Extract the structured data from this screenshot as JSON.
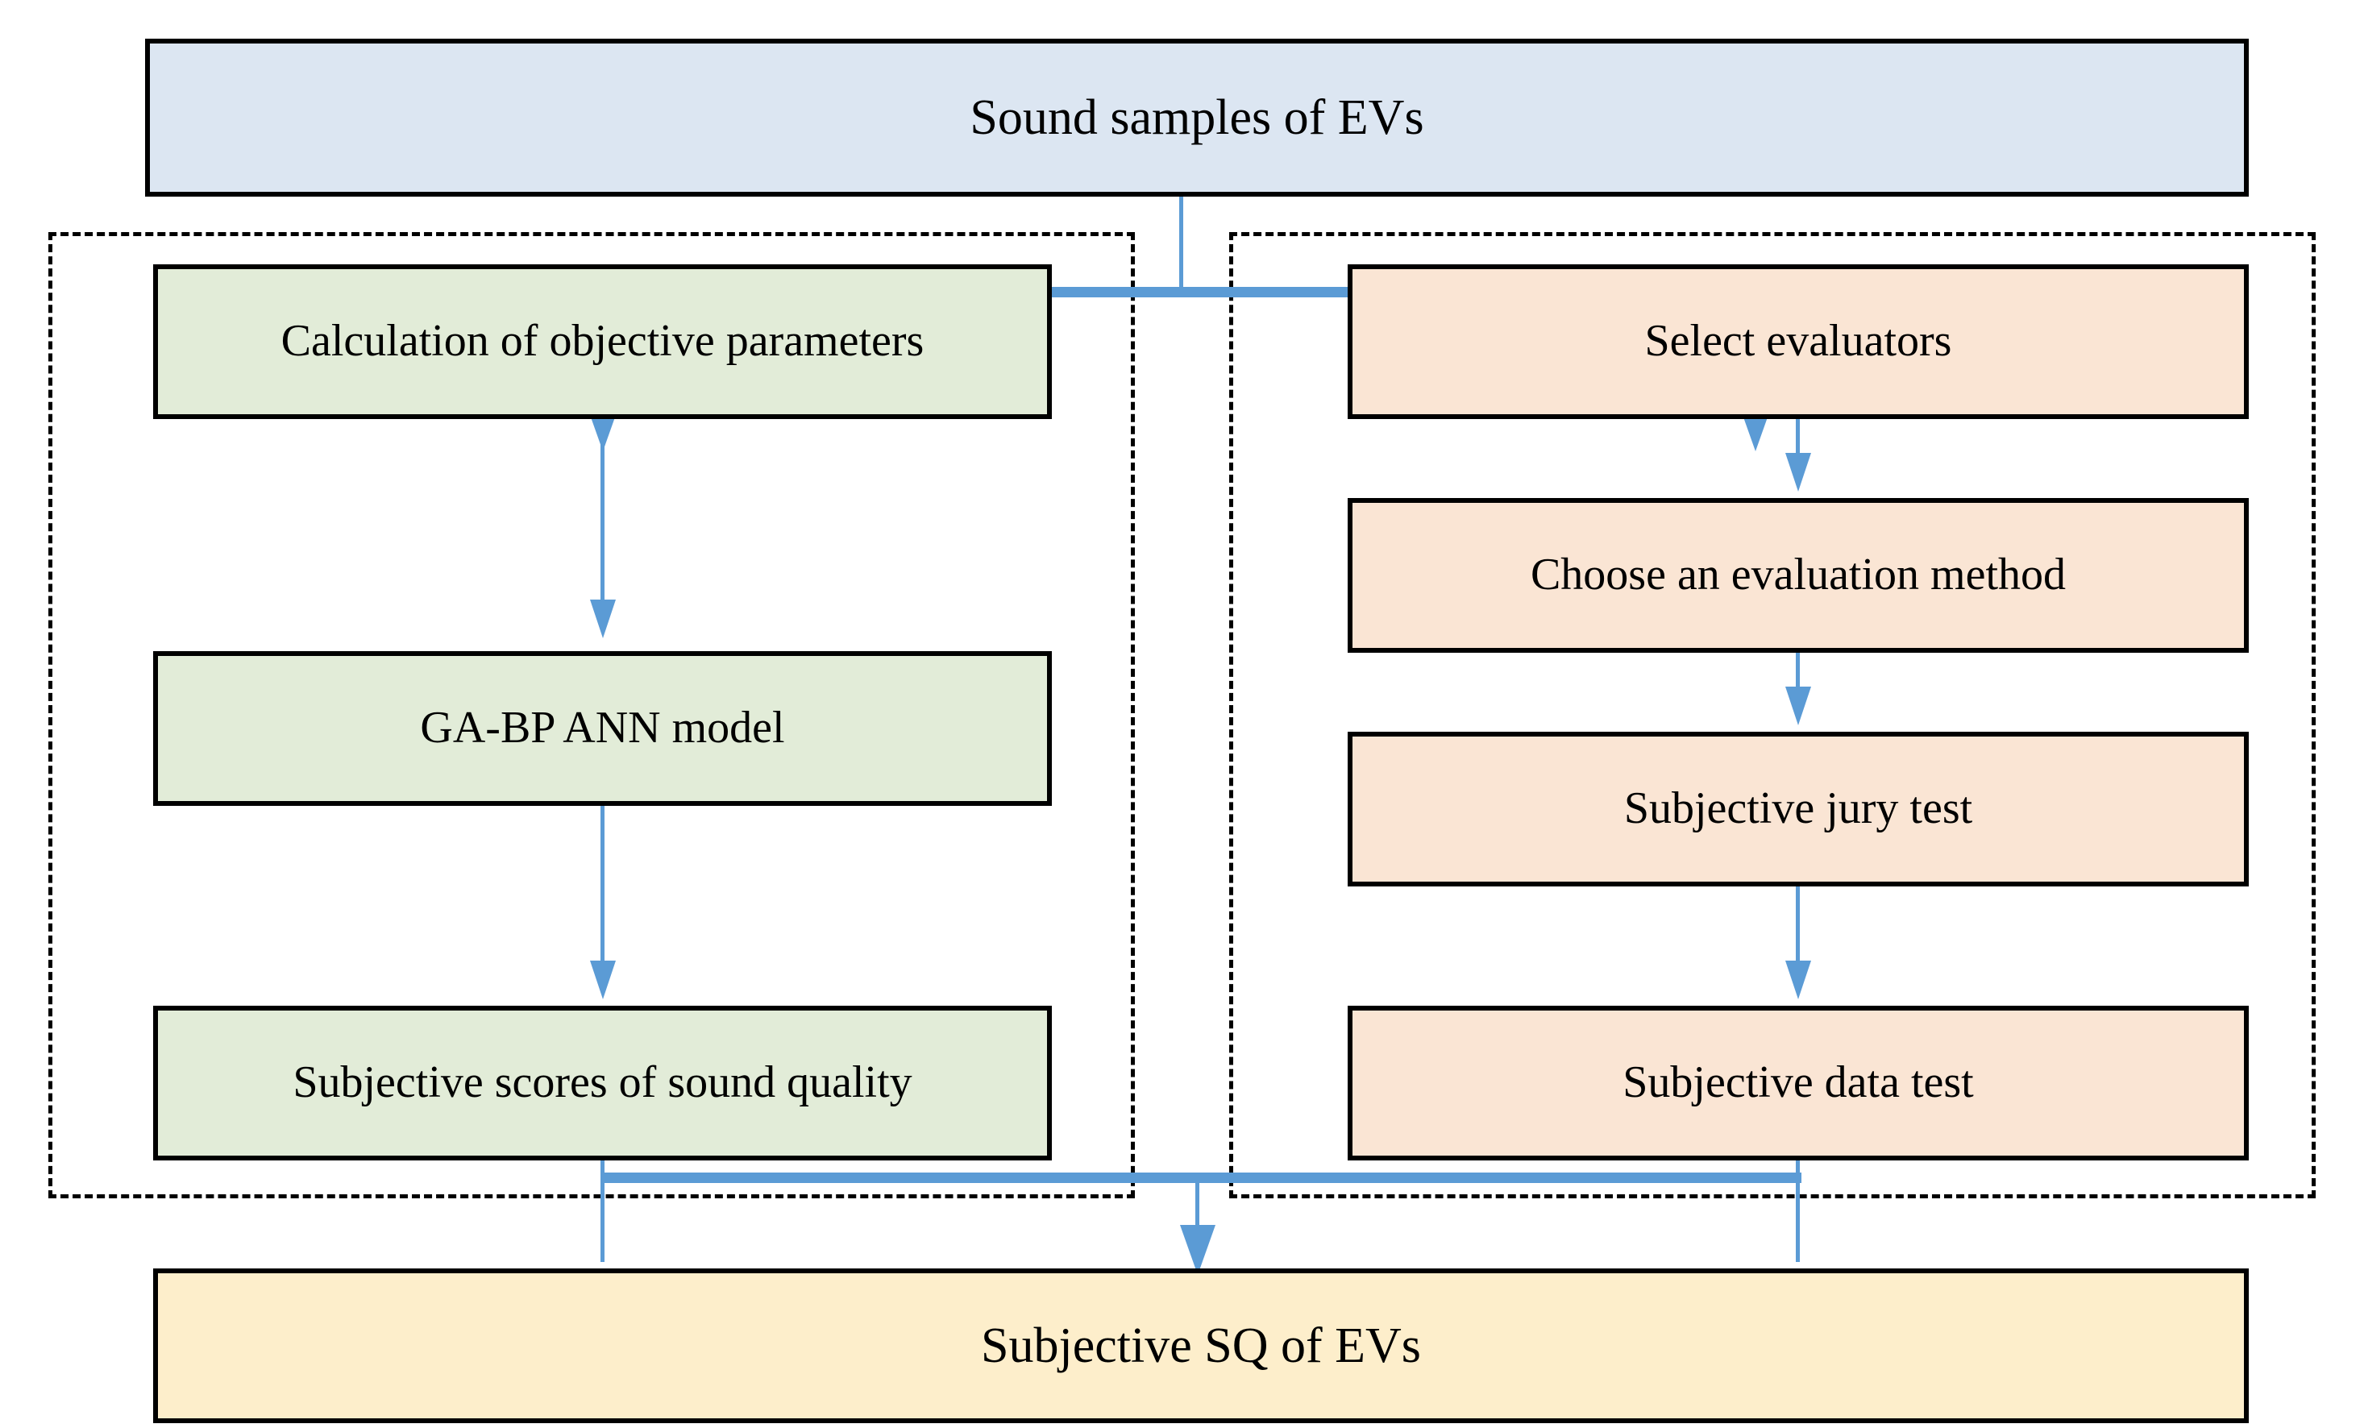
{
  "diagram": {
    "title_node": {
      "label": "Sound samples of EVs",
      "fill": "#dce6f2",
      "border": "#000000"
    },
    "result_node": {
      "label": "Subjective SQ of EVs",
      "fill": "#fdeecb",
      "border": "#000000"
    },
    "groups": [
      {
        "name": "objective-branch",
        "border_style": "dashed",
        "border_color": "#000000",
        "nodes": [
          {
            "label": "Calculation of objective parameters",
            "fill": "#e2ecd8"
          },
          {
            "label": "GA-BP ANN model",
            "fill": "#e2ecd8"
          },
          {
            "label": "Subjective scores of sound quality",
            "fill": "#e2ecd8"
          }
        ]
      },
      {
        "name": "subjective-branch",
        "border_style": "dashed",
        "border_color": "#000000",
        "nodes": [
          {
            "label": "Select evaluators",
            "fill": "#fae5d4"
          },
          {
            "label": "Choose an evaluation method",
            "fill": "#fae5d4"
          },
          {
            "label": "Subjective jury test",
            "fill": "#fae5d4"
          },
          {
            "label": "Subjective data test",
            "fill": "#fae5d4"
          }
        ]
      }
    ],
    "connector_color": "#5b9bd5",
    "flow": {
      "split_from": "Sound samples of EVs",
      "split_to": [
        "Calculation of objective parameters",
        "Select evaluators"
      ],
      "merge_from": [
        "Subjective scores of sound quality",
        "Subjective data test"
      ],
      "merge_to": "Subjective SQ of EVs"
    }
  }
}
